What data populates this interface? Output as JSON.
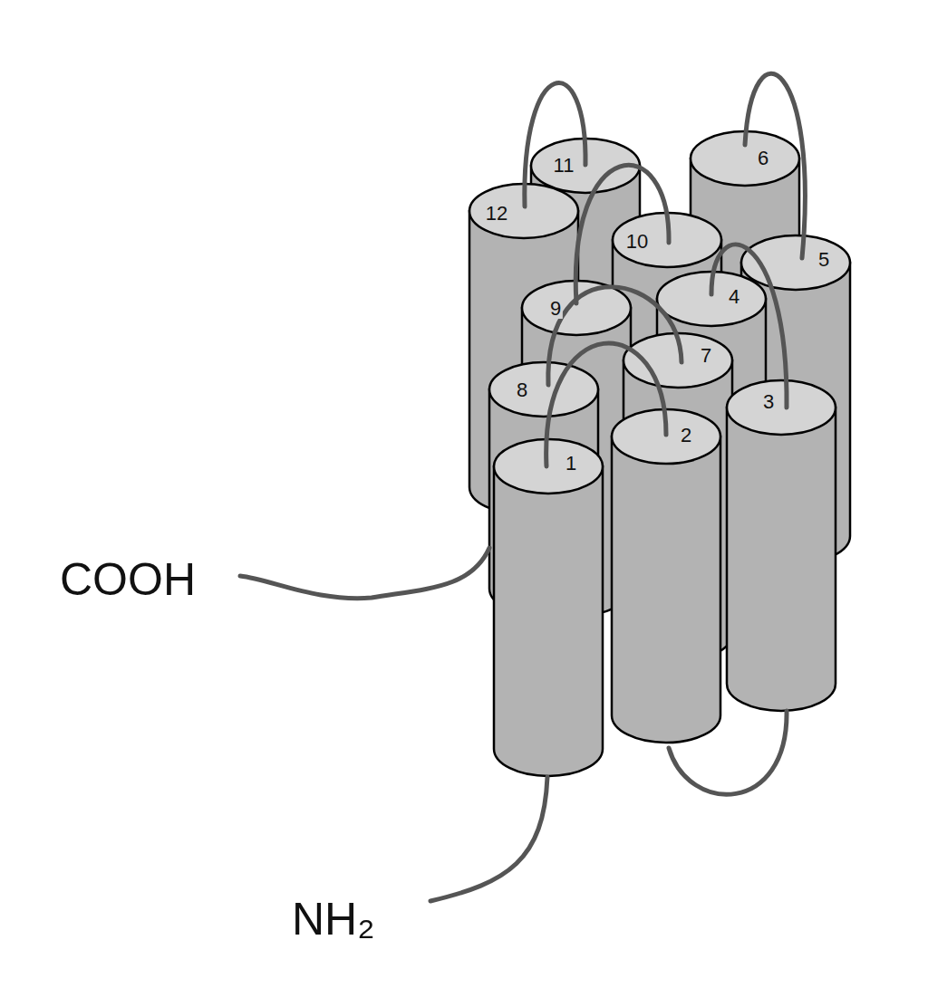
{
  "diagram": {
    "labels": [
      "1",
      "2",
      "3",
      "4",
      "5",
      "6",
      "7",
      "8",
      "9",
      "10",
      "11",
      "12",
      "COOH",
      "NH₂"
    ]
  }
}
